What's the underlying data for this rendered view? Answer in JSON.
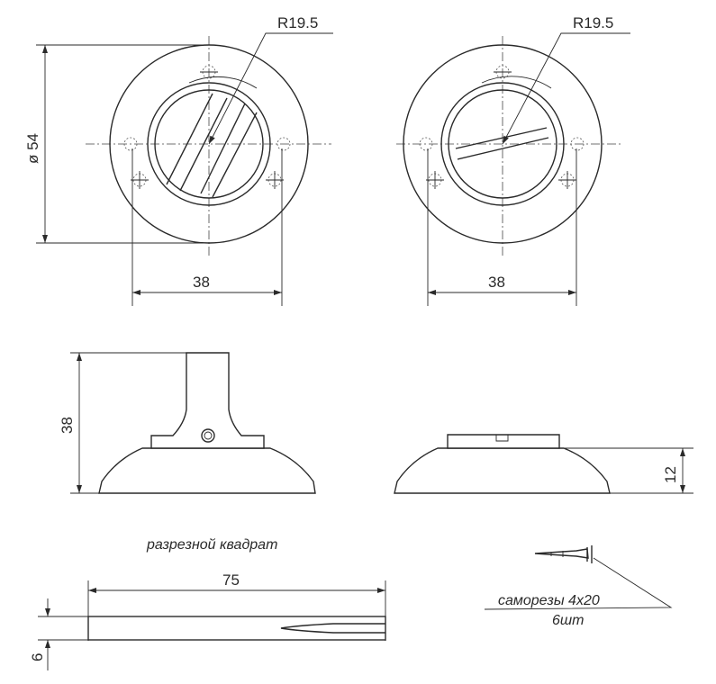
{
  "top_left_view": {
    "radius_label": "R19.5",
    "diameter_label": "ø 54",
    "width_label": "38"
  },
  "top_right_view": {
    "radius_label": "R19.5",
    "width_label": "38"
  },
  "side_left_view": {
    "height_label": "38"
  },
  "side_right_view": {
    "height_label": "12"
  },
  "square_spindle": {
    "caption": "разрезной квадрат",
    "length_label": "75",
    "thickness_label": "6"
  },
  "screws": {
    "caption_line1": "саморезы 4х20",
    "caption_line2": "6шт"
  }
}
